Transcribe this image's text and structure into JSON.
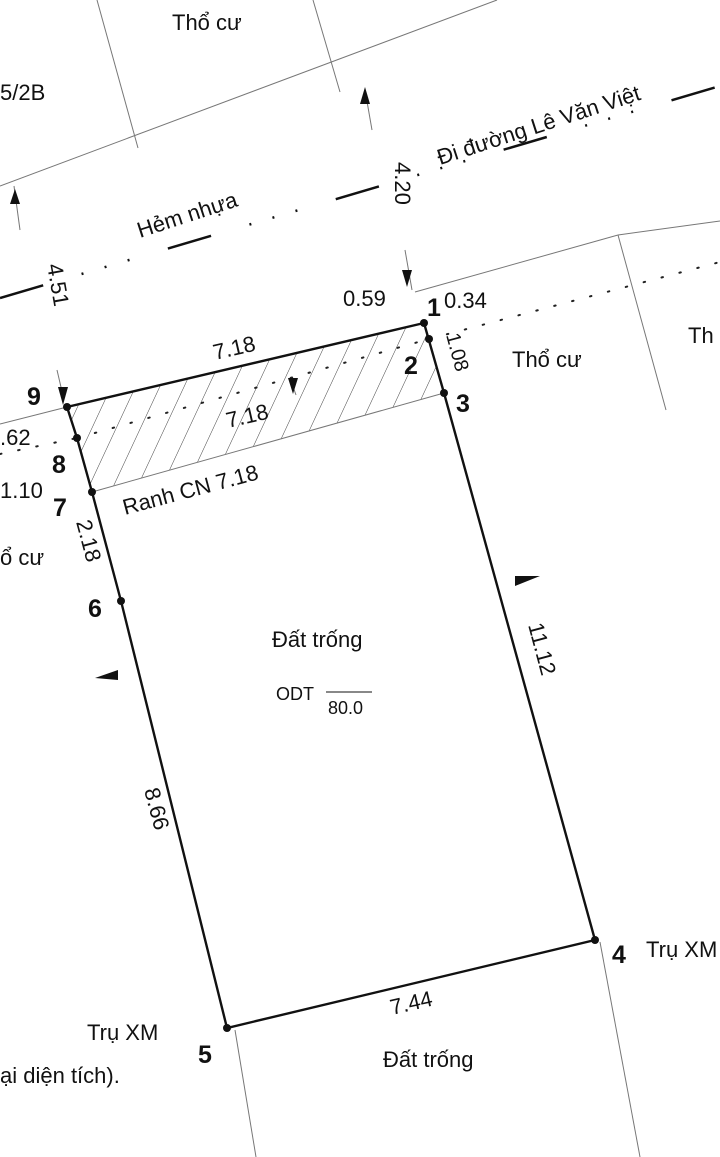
{
  "labels": {
    "neighbor_top": "Thổ cư",
    "neighbor_left_top": "5/2B",
    "neighbor_right": "Thổ cư",
    "neighbor_right_edge": "Th",
    "neighbor_left": "ổ cư",
    "road_name": "Hẻm nhựa",
    "road_direction": "Đi đường Lê Văn Việt",
    "boundary_label": "Ranh CN 7.18",
    "parcel_name": "Đất trống",
    "land_use_code": "ODT",
    "area": "80.0",
    "south_neighbor": "Đất trống",
    "marker_4": "Trụ XM",
    "marker_5": "Trụ XM",
    "footnote": "ại diện tích)."
  },
  "dimensions": {
    "road_width_right": "4.20",
    "road_width_left": "4.51",
    "d_1_offset": "0.59",
    "d_1_right": "0.34",
    "d_1_3": "1.08",
    "d_9_1": "7.18",
    "d_8_2": "7.18",
    "d_9_8": ".62",
    "d_8_7": "1.10",
    "d_7_6": "2.18",
    "d_3_4": "11.12",
    "d_6_5": "8.66",
    "d_5_4": "7.44"
  },
  "points": [
    "1",
    "2",
    "3",
    "4",
    "5",
    "6",
    "7",
    "8",
    "9"
  ],
  "colors": {
    "line": "#111111",
    "thin_line": "#777777",
    "background": "#ffffff"
  }
}
